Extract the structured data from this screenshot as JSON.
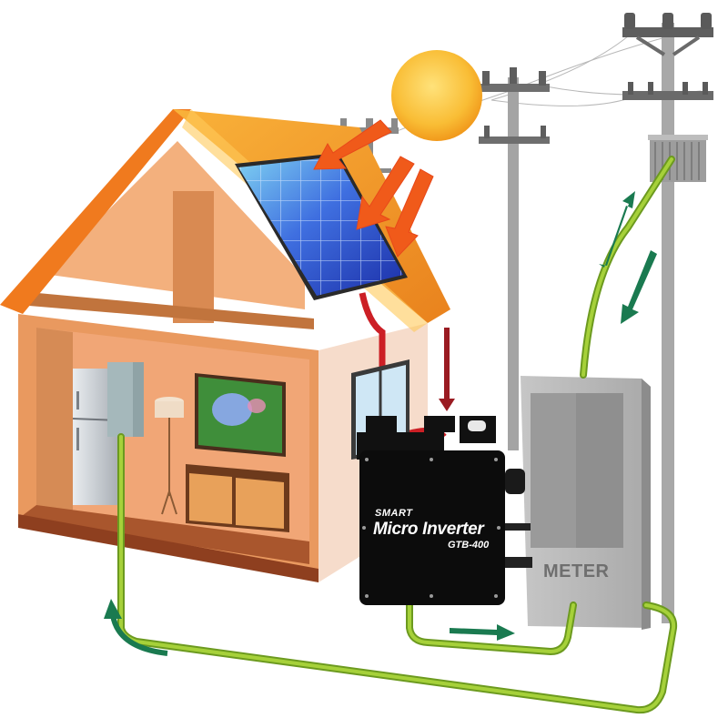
{
  "diagram": {
    "title": "Grid-tied solar micro inverter system",
    "inverter": {
      "brand_line": "SMART",
      "name": "Micro Inverter",
      "model": "GTB-400",
      "color": "#0c0c0c"
    },
    "meter": {
      "label": "METER",
      "color": "#b5b5b5"
    },
    "components": [
      {
        "id": "sun",
        "label": "Sun",
        "color": "#f5b42a"
      },
      {
        "id": "solar-panel",
        "label": "Solar panel",
        "color": "#2a47c9"
      },
      {
        "id": "house",
        "label": "House",
        "color": "#f0a36b"
      },
      {
        "id": "distribution-box",
        "label": "Distribution box"
      },
      {
        "id": "refrigerator",
        "label": "Refrigerator"
      },
      {
        "id": "floor-lamp",
        "label": "Floor lamp"
      },
      {
        "id": "tv",
        "label": "Television"
      },
      {
        "id": "cabinet",
        "label": "Cabinet"
      },
      {
        "id": "utility-poles",
        "label": "Utility poles"
      },
      {
        "id": "transformer",
        "label": "Transformer"
      }
    ],
    "flows": [
      {
        "from": "sun",
        "to": "solar-panel",
        "type": "sunlight",
        "color": "#f05a1a"
      },
      {
        "from": "solar-panel",
        "to": "inverter",
        "type": "DC cable",
        "color": "#c8141c"
      },
      {
        "from": "inverter",
        "to": "meter",
        "type": "AC cable",
        "color": "#8dbb2c"
      },
      {
        "from": "meter",
        "to": "transformer",
        "type": "bidirectional grid",
        "color": "#8dbb2c"
      },
      {
        "from": "meter",
        "to": "distribution-box",
        "type": "AC supply",
        "color": "#8dbb2c"
      }
    ],
    "arrow_color": "#1a7a50"
  }
}
